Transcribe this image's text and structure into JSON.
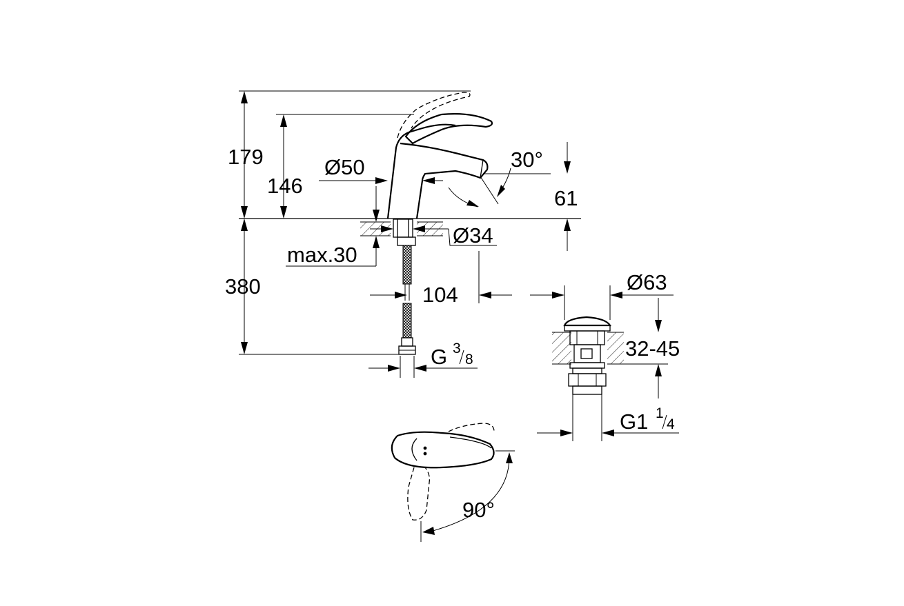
{
  "dimensions": {
    "total_height": "179",
    "spout_height": "146",
    "base_diameter": "Ø50",
    "spout_angle": "30°",
    "spout_projection_height": "61",
    "max_counter_thickness": "max.30",
    "hole_diameter": "Ø34",
    "spout_reach": "104",
    "hose_length": "380",
    "connection_thread": {
      "prefix": "G",
      "num": "3",
      "den": "8"
    },
    "waste_diameter": "Ø63",
    "waste_clamp_range": "32-45",
    "waste_thread": {
      "prefix": "G1",
      "num": "1",
      "den": "4"
    },
    "lever_rotation": "90°"
  },
  "colors": {
    "line": "#000000",
    "background": "#ffffff"
  }
}
